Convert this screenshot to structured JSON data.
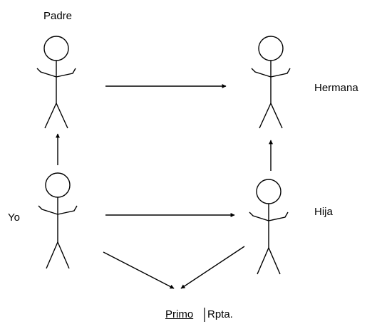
{
  "figures": {
    "padre": {
      "label": "Padre"
    },
    "hermana": {
      "label": "Hermana"
    },
    "yo": {
      "label": "Yo"
    },
    "hija": {
      "label": "Hija"
    }
  },
  "result": {
    "primo_label": "Primo",
    "rpta_label": "Rpta."
  },
  "colors": {
    "stroke": "#000000",
    "background": "#ffffff"
  }
}
